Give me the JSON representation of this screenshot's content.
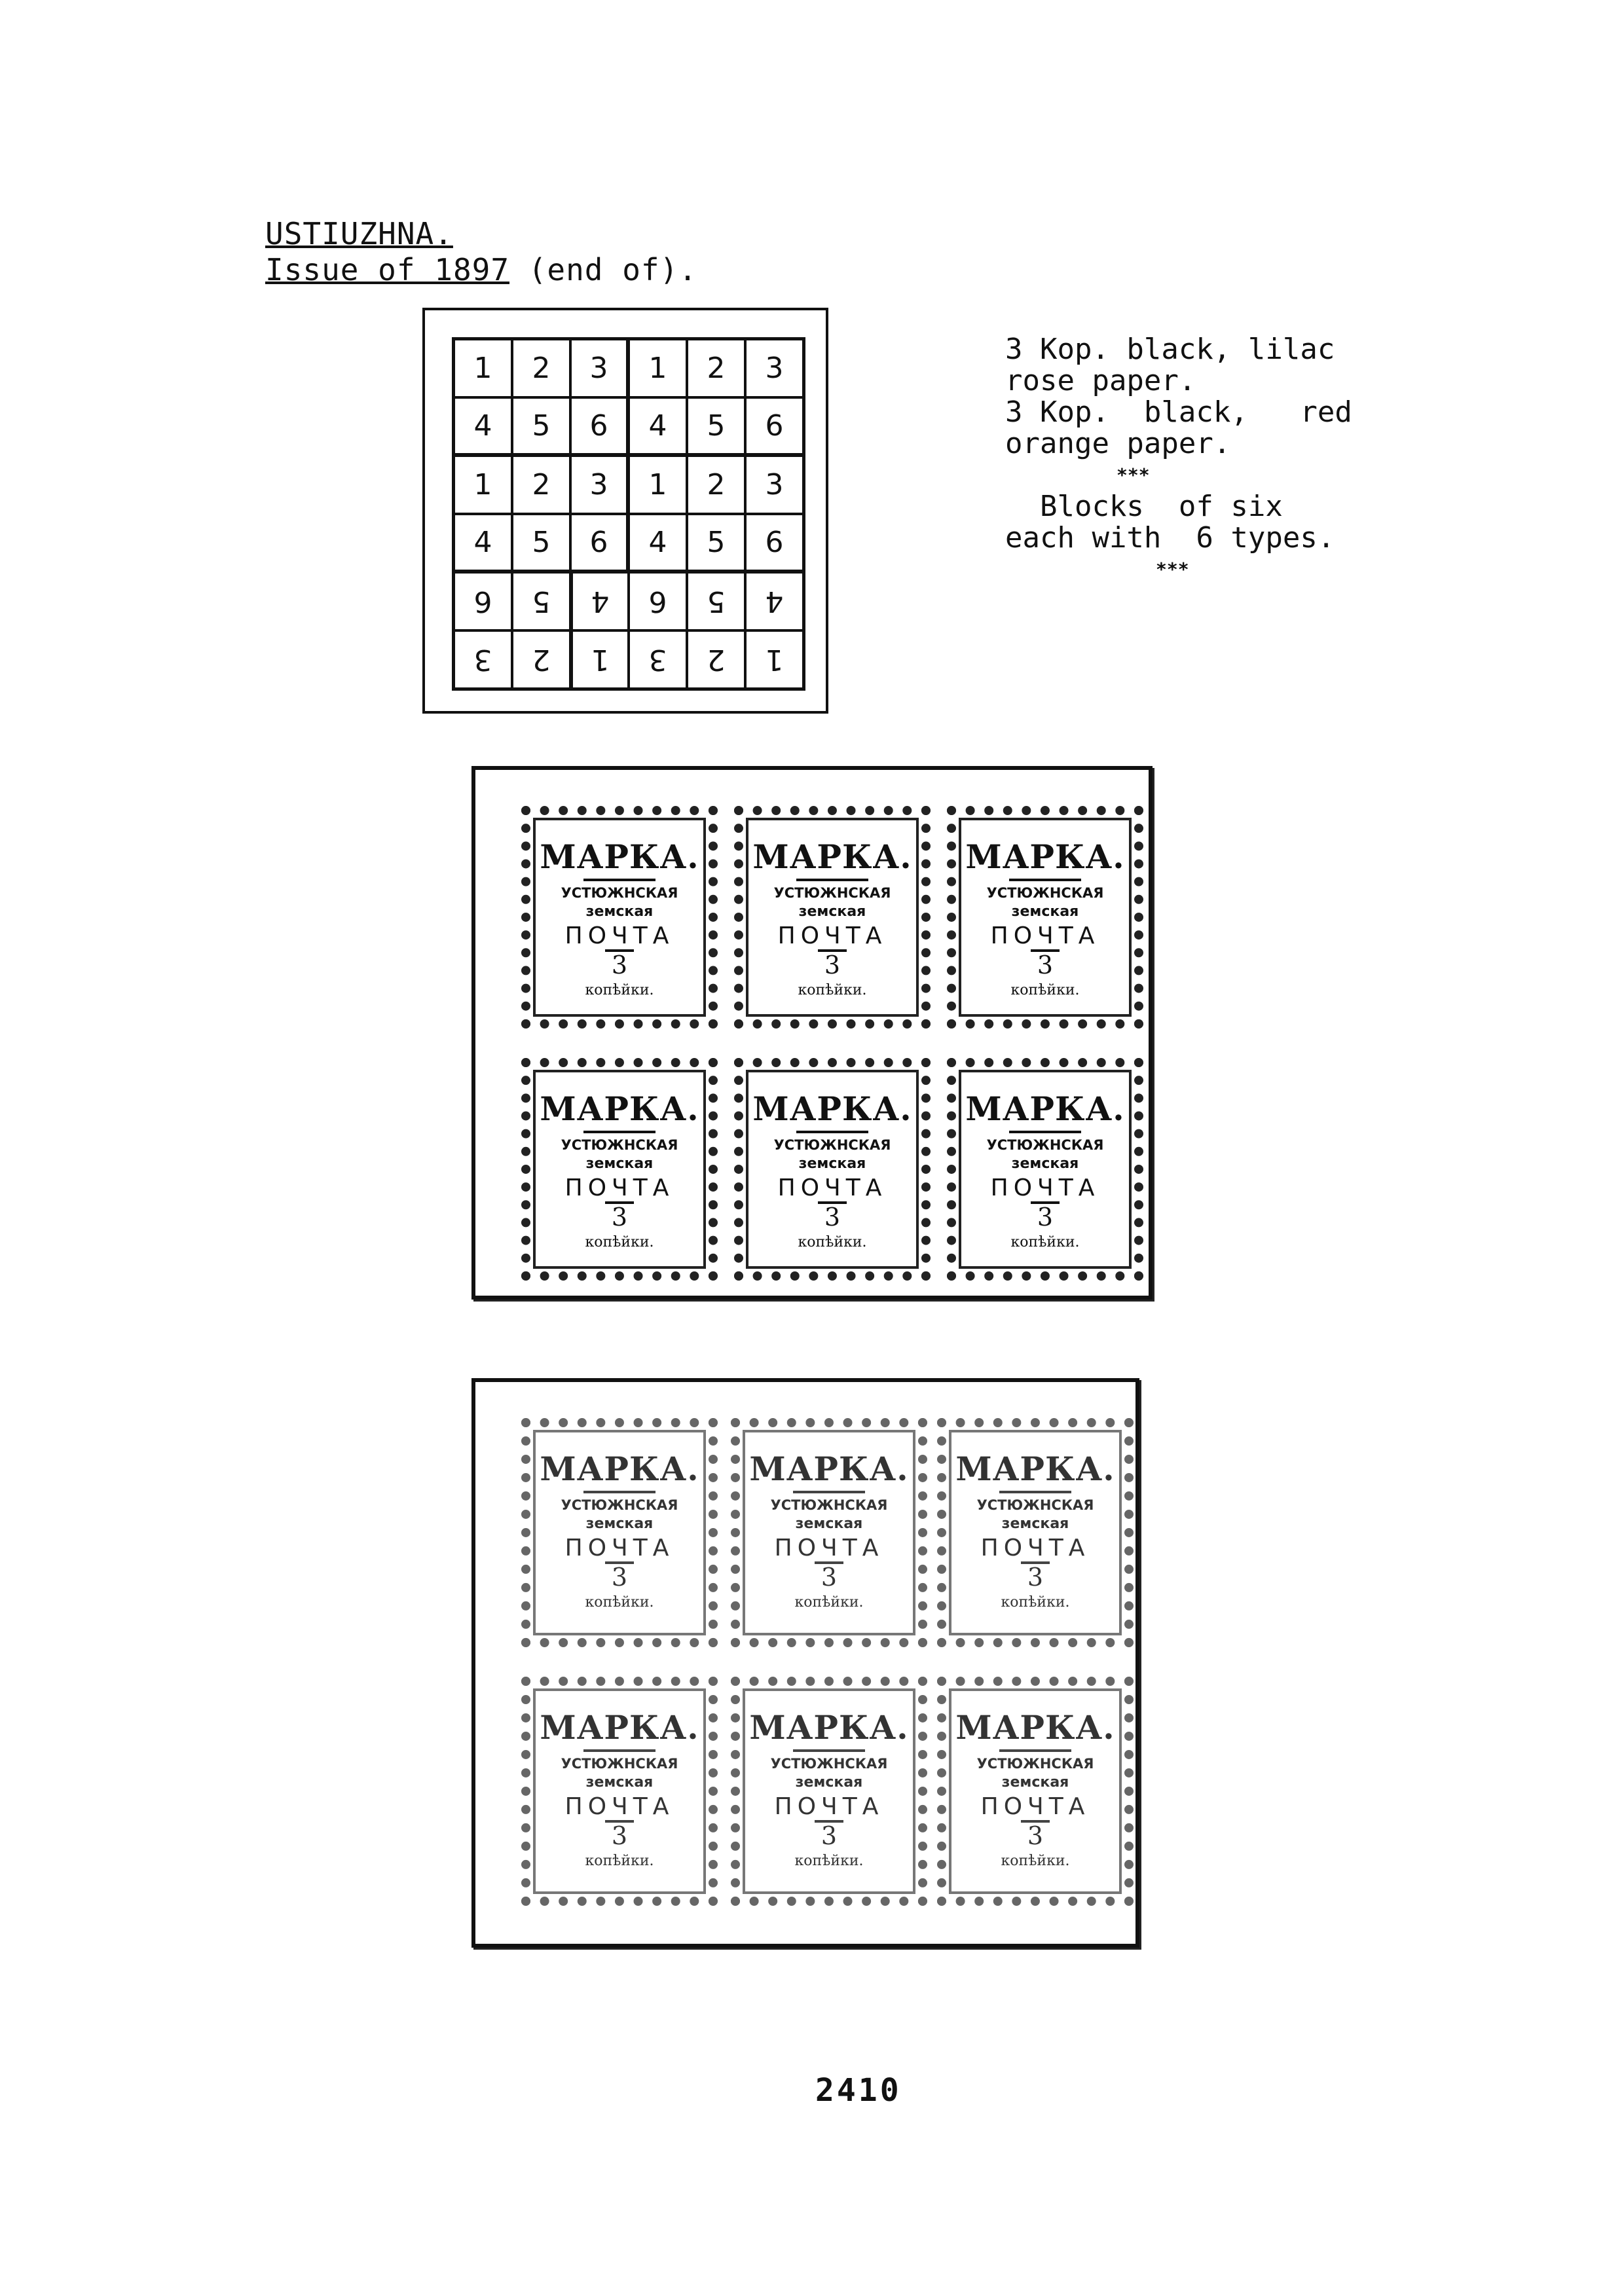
{
  "heading": {
    "title": "USTIUZHNA.",
    "subtitle_prefix": "Issue of 1897",
    "subtitle_suffix": " (end of)."
  },
  "type_grid": {
    "rows": [
      [
        "1",
        "2",
        "3",
        "1",
        "2",
        "3"
      ],
      [
        "4",
        "5",
        "6",
        "4",
        "5",
        "6"
      ],
      [
        "1",
        "2",
        "3",
        "1",
        "2",
        "3"
      ],
      [
        "4",
        "5",
        "6",
        "4",
        "5",
        "6"
      ],
      [
        "6",
        "5",
        "4",
        "6",
        "5",
        "4"
      ],
      [
        "3",
        "2",
        "1",
        "3",
        "2",
        "1"
      ]
    ],
    "inverted_rows": [
      4,
      5
    ]
  },
  "notes": {
    "line1": "3 Kop. black, lilac",
    "line2": "rose paper.",
    "line3": "3 Kop.  black,   red",
    "line4": "orange paper.",
    "stars1": "***",
    "line5": "  Blocks  of six",
    "line6": "each with  6 types.",
    "stars2": "***"
  },
  "stamp_text": {
    "title": "МАРКА.",
    "line1": "УСТЮЖНСКАЯ",
    "line2": "земская",
    "line3": "ПОЧТА",
    "value": "3",
    "unit": "копѣйки."
  },
  "blocks": [
    {
      "label": "block-top",
      "stamps": 6,
      "faded": false
    },
    {
      "label": "block-bottom",
      "stamps": 6,
      "faded": true
    }
  ],
  "page_number": "2410"
}
